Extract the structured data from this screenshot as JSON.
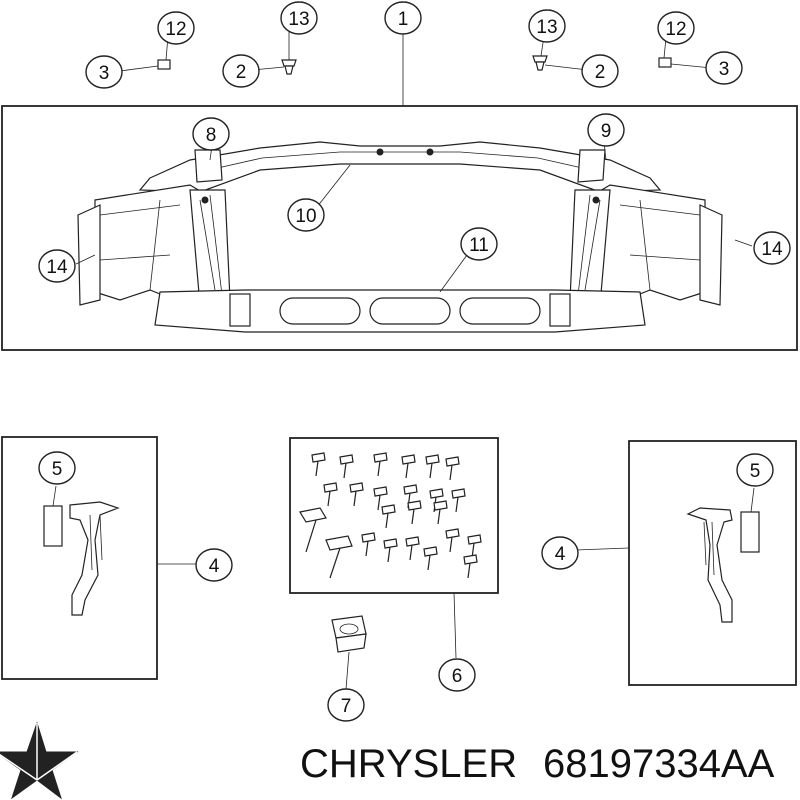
{
  "callouts": {
    "c1": "1",
    "c2a": "2",
    "c2b": "2",
    "c3a": "3",
    "c3b": "3",
    "c4a": "4",
    "c4b": "4",
    "c5a": "5",
    "c5b": "5",
    "c6": "6",
    "c7": "7",
    "c8": "8",
    "c9": "9",
    "c10": "10",
    "c11": "11",
    "c12a": "12",
    "c12b": "12",
    "c13a": "13",
    "c13b": "13",
    "c14a": "14",
    "c14b": "14"
  },
  "footer": {
    "brand": "CHRYSLER",
    "part_number": "68197334AA"
  },
  "logo": {
    "icon": "pentastar-icon",
    "color": "#222222"
  }
}
